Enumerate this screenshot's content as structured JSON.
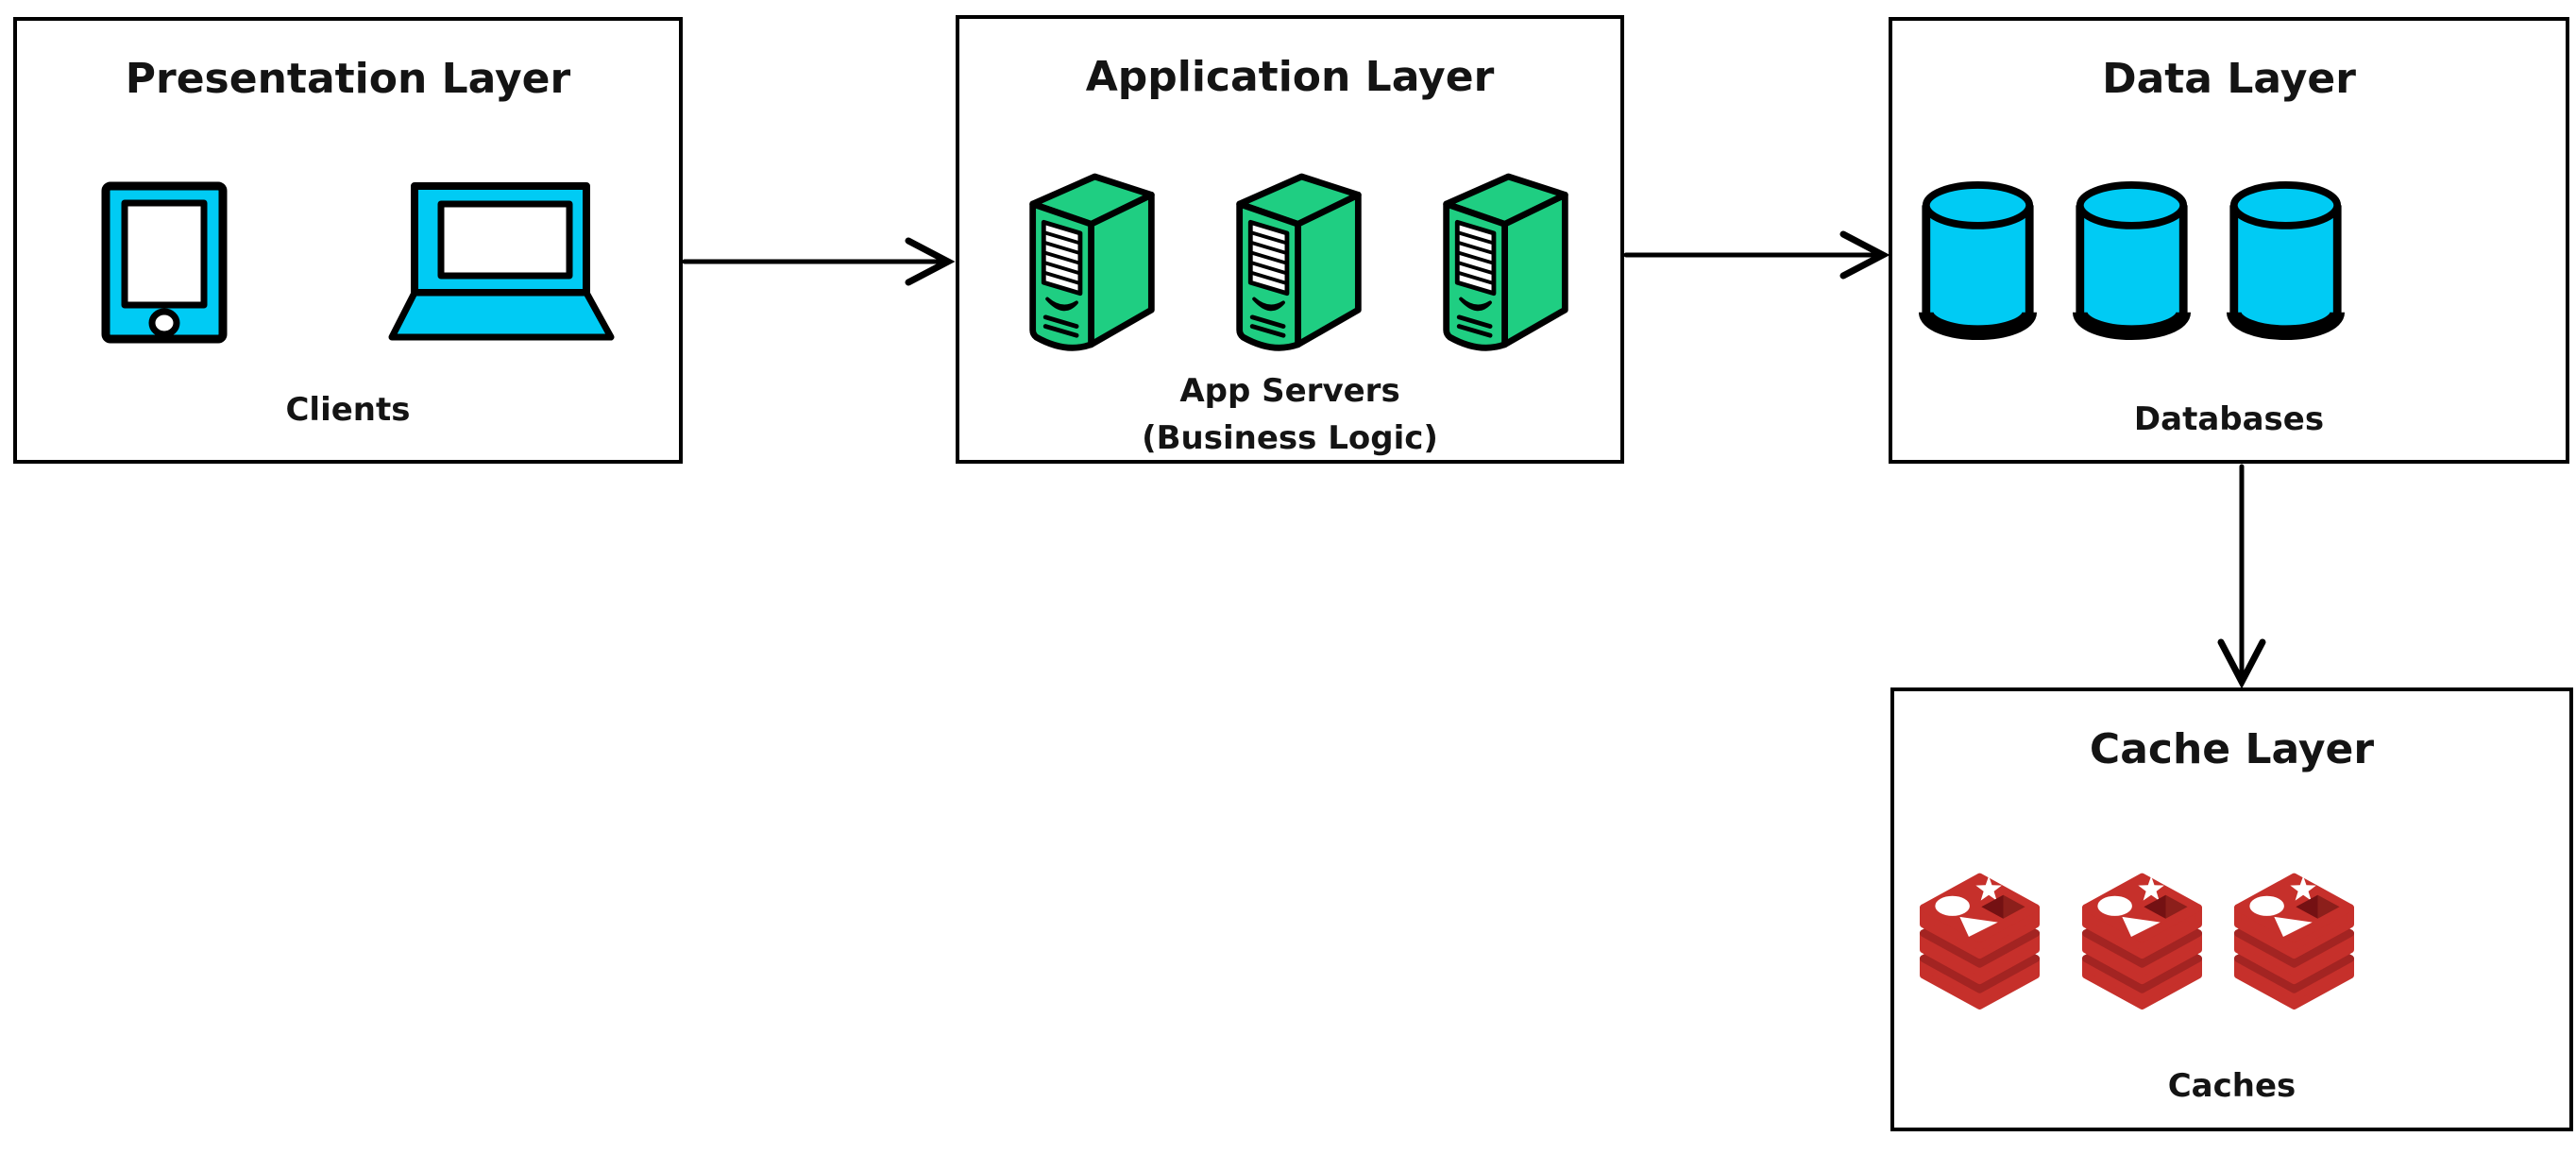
{
  "diagram": {
    "boxes": {
      "presentation": {
        "title": "Presentation Layer",
        "caption": "Clients"
      },
      "application": {
        "title": "Application Layer",
        "caption_line1": "App Servers",
        "caption_line2": "(Business Logic)"
      },
      "data": {
        "title": "Data Layer",
        "caption": "Databases"
      },
      "cache": {
        "title": "Cache Layer",
        "caption": "Caches"
      }
    },
    "icons": {
      "presentation": [
        "tablet-icon",
        "laptop-icon"
      ],
      "application": [
        "server-icon",
        "server-icon",
        "server-icon"
      ],
      "data": [
        "database-icon",
        "database-icon",
        "database-icon"
      ],
      "cache": [
        "redis-cache-icon",
        "redis-cache-icon",
        "redis-cache-icon"
      ]
    },
    "connections": [
      {
        "from": "Presentation Layer",
        "to": "Application Layer",
        "direction": "right"
      },
      {
        "from": "Application Layer",
        "to": "Data Layer",
        "direction": "right"
      },
      {
        "from": "Data Layer",
        "to": "Cache Layer",
        "direction": "down"
      }
    ],
    "colors": {
      "client_cyan": "#00CBF4",
      "server_green": "#1FCE82",
      "redis_red": "#C6302B",
      "redis_dark": "#A32422",
      "redis_darkest": "#741113",
      "outline": "#000000",
      "background": "#FFFFFF"
    }
  }
}
